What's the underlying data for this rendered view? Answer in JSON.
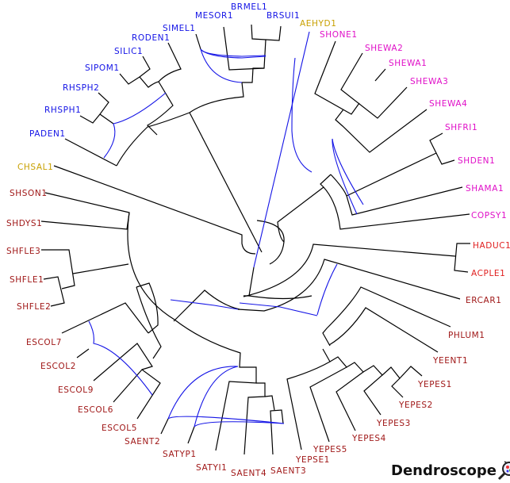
{
  "app": {
    "logo_text": "Dendroscope"
  },
  "colors": {
    "edge": "#000000",
    "reticulate_edge": "#1414e6",
    "group_blue": "#1414e6",
    "group_gold": "#c8a000",
    "group_magenta": "#e010c8",
    "group_red": "#e02020",
    "group_darkred": "#a01818"
  },
  "leaves": [
    {
      "label": "BRMEL1",
      "group": "group_blue"
    },
    {
      "label": "MESOR1",
      "group": "group_blue"
    },
    {
      "label": "BRSUI1",
      "group": "group_blue"
    },
    {
      "label": "SIMEL1",
      "group": "group_blue"
    },
    {
      "label": "RODEN1",
      "group": "group_blue"
    },
    {
      "label": "SILIC1",
      "group": "group_blue"
    },
    {
      "label": "SIPOM1",
      "group": "group_blue"
    },
    {
      "label": "RHSPH2",
      "group": "group_blue"
    },
    {
      "label": "RHSPH1",
      "group": "group_blue"
    },
    {
      "label": "PADEN1",
      "group": "group_blue"
    },
    {
      "label": "AEHYD1",
      "group": "group_gold"
    },
    {
      "label": "CHSAL1",
      "group": "group_gold"
    },
    {
      "label": "SHONE1",
      "group": "group_magenta"
    },
    {
      "label": "SHEWA2",
      "group": "group_magenta"
    },
    {
      "label": "SHEWA1",
      "group": "group_magenta"
    },
    {
      "label": "SHEWA3",
      "group": "group_magenta"
    },
    {
      "label": "SHEWA4",
      "group": "group_magenta"
    },
    {
      "label": "SHFRI1",
      "group": "group_magenta"
    },
    {
      "label": "SHDEN1",
      "group": "group_magenta"
    },
    {
      "label": "SHAMA1",
      "group": "group_magenta"
    },
    {
      "label": "COPSY1",
      "group": "group_magenta"
    },
    {
      "label": "HADUC1",
      "group": "group_red"
    },
    {
      "label": "ACPLE1",
      "group": "group_red"
    },
    {
      "label": "ERCAR1",
      "group": "group_darkred"
    },
    {
      "label": "PHLUM1",
      "group": "group_darkred"
    },
    {
      "label": "YEENT1",
      "group": "group_darkred"
    },
    {
      "label": "YEPES1",
      "group": "group_darkred"
    },
    {
      "label": "YEPES2",
      "group": "group_darkred"
    },
    {
      "label": "YEPES3",
      "group": "group_darkred"
    },
    {
      "label": "YEPES4",
      "group": "group_darkred"
    },
    {
      "label": "YEPES5",
      "group": "group_darkred"
    },
    {
      "label": "YEPSE1",
      "group": "group_darkred"
    },
    {
      "label": "SAENT3",
      "group": "group_darkred"
    },
    {
      "label": "SAENT4",
      "group": "group_darkred"
    },
    {
      "label": "SATYI1",
      "group": "group_darkred"
    },
    {
      "label": "SATYP1",
      "group": "group_darkred"
    },
    {
      "label": "SAENT2",
      "group": "group_darkred"
    },
    {
      "label": "ESCOL5",
      "group": "group_darkred"
    },
    {
      "label": "ESCOL6",
      "group": "group_darkred"
    },
    {
      "label": "ESCOL9",
      "group": "group_darkred"
    },
    {
      "label": "ESCOL2",
      "group": "group_darkred"
    },
    {
      "label": "ESCOL7",
      "group": "group_darkred"
    },
    {
      "label": "SHFLE2",
      "group": "group_darkred"
    },
    {
      "label": "SHFLE1",
      "group": "group_darkred"
    },
    {
      "label": "SHFLE3",
      "group": "group_darkred"
    },
    {
      "label": "SHDYS1",
      "group": "group_darkred"
    },
    {
      "label": "SHSON1",
      "group": "group_darkred"
    }
  ]
}
